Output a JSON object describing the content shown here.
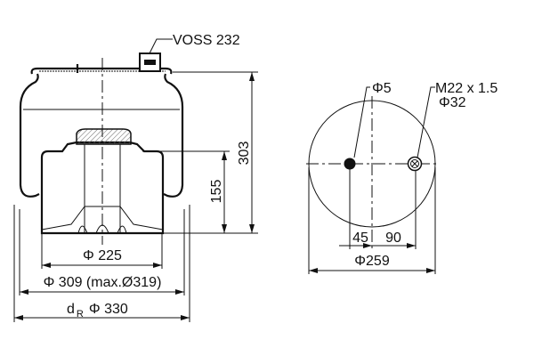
{
  "side_view": {
    "valve_label": "VOSS 232",
    "height_total": "303",
    "height_piston": "155",
    "dia_piston": "Φ 225",
    "dia_bellows": "Φ 309 (max.Ø319)",
    "dia_rolling_prefix": "d",
    "dia_rolling_sub": "R",
    "dia_rolling": "Φ 330"
  },
  "top_view": {
    "pin_dia": "Φ5",
    "thread": "M22 x 1.5",
    "port_dia": "Φ32",
    "offset_pin": "45",
    "offset_port": "90",
    "plate_dia": "Φ259"
  }
}
